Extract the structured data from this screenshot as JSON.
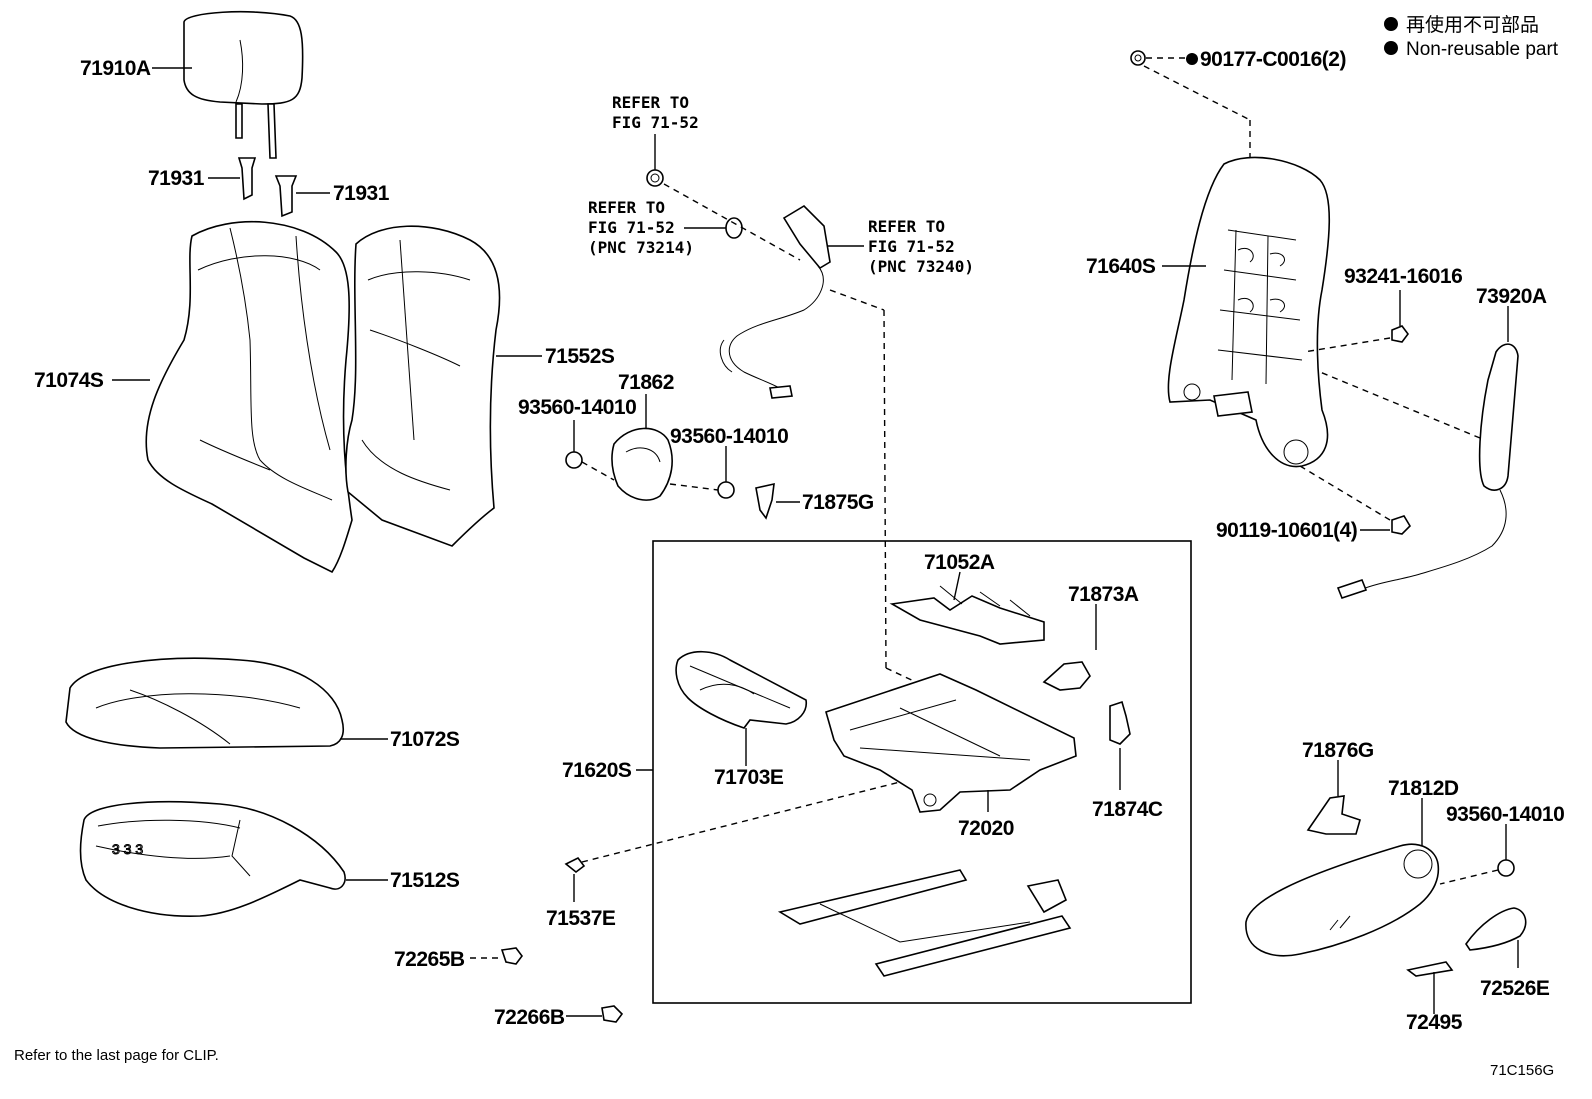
{
  "legend": {
    "line1": "再使用不可部品",
    "line2": "Non-reusable part"
  },
  "labels": {
    "p71910A": "71910A",
    "p71931a": "71931",
    "p71931b": "71931",
    "p71074S": "71074S",
    "p71552S": "71552S",
    "p71072S": "71072S",
    "p71512S": "71512S",
    "p72265B": "72265B",
    "p72266B": "72266B",
    "p71862": "71862",
    "p93560a": "93560-14010",
    "p93560b": "93560-14010",
    "p93560c": "93560-14010",
    "p71875G": "71875G",
    "p71052A": "71052A",
    "p71873A": "71873A",
    "p71620S": "71620S",
    "p71703E": "71703E",
    "p72020": "72020",
    "p71874C": "71874C",
    "p71537E": "71537E",
    "p90177": "90177-C0016(2)",
    "p71640S": "71640S",
    "p93241": "93241-16016",
    "p73920A": "73920A",
    "p90119": "90119-10601(4)",
    "p71876G": "71876G",
    "p71812D": "71812D",
    "p72526E": "72526E",
    "p72495": "72495"
  },
  "refs": {
    "r1_line1": "REFER TO",
    "r1_line2": "FIG 71-52",
    "r2_line1": "REFER TO",
    "r2_line2": "FIG 71-52",
    "r2_line3": "(PNC 73214)",
    "r3_line1": "REFER TO",
    "r3_line2": "FIG 71-52",
    "r3_line3": "(PNC 73240)"
  },
  "footer": {
    "note": "Refer to the last page for CLIP.",
    "code": "71C156G"
  }
}
